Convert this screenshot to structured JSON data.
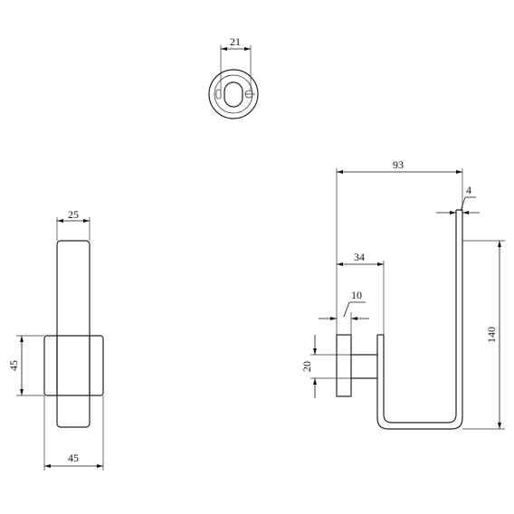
{
  "dimensions": {
    "top_diameter": "21",
    "side_width": "25",
    "base_height": "45",
    "base_width": "45",
    "overall_depth": "93",
    "wire_thickness": "4",
    "base_to_wire": "34",
    "plate_thickness": "10",
    "stem_height": "20",
    "hook_height": "140"
  }
}
